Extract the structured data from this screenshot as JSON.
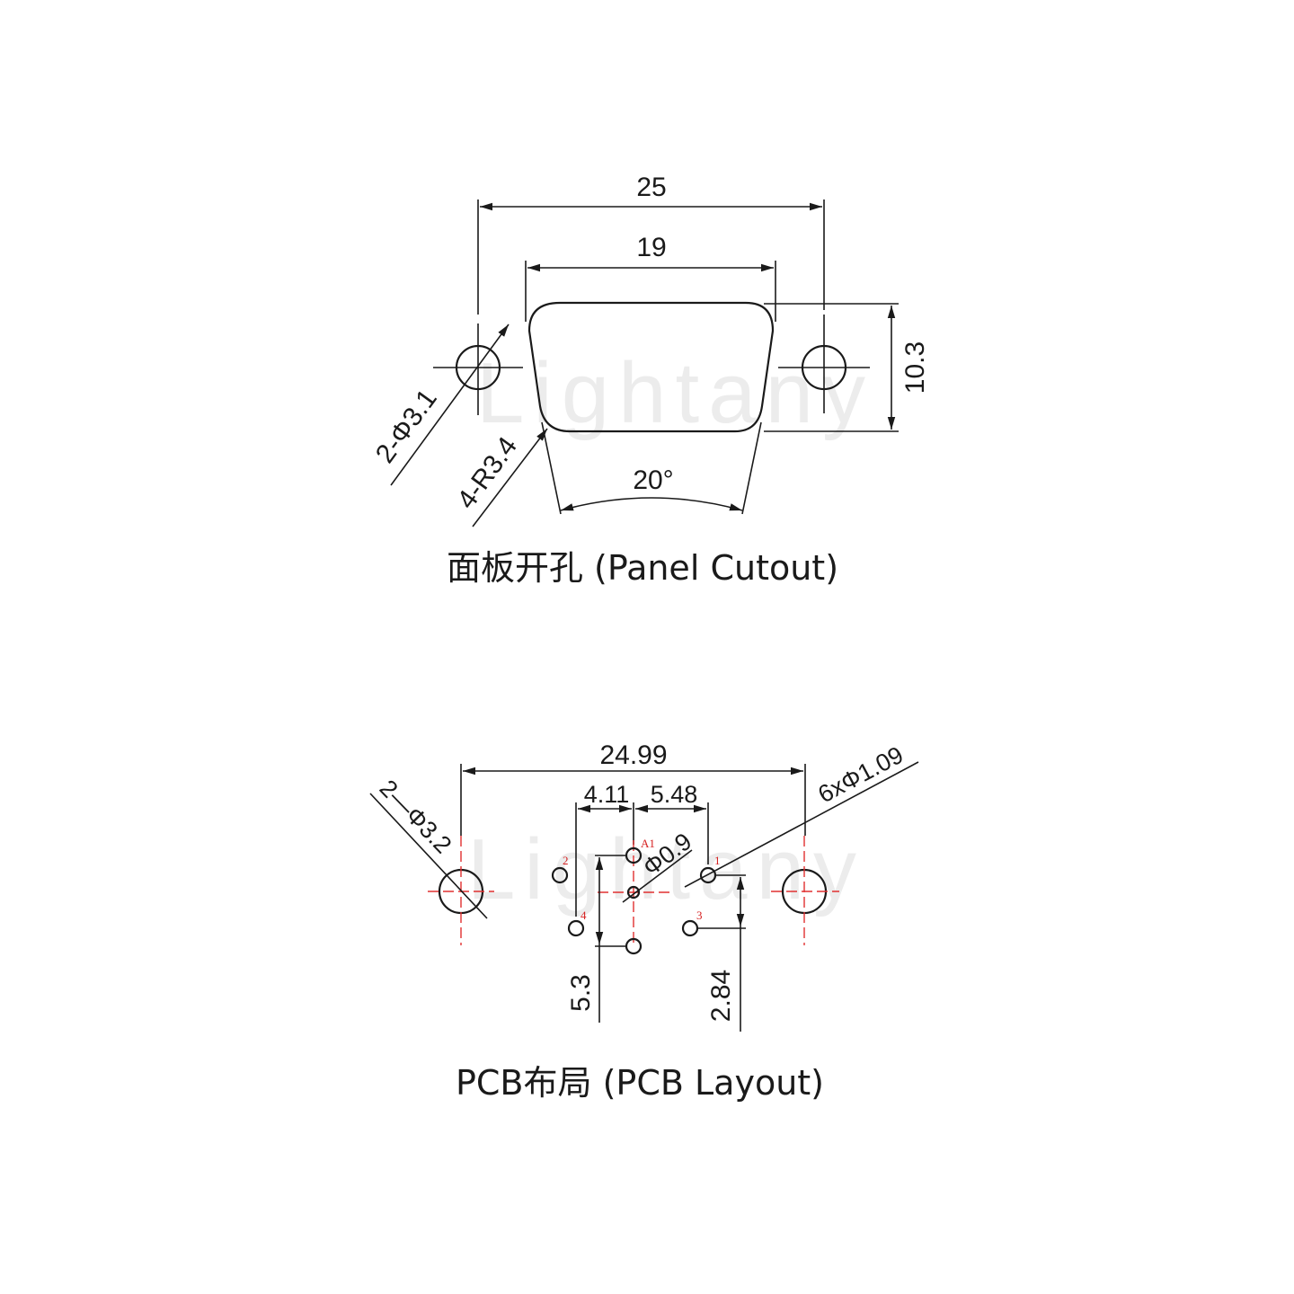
{
  "panel_cutout": {
    "dims": {
      "overall_width": "25",
      "opening_width": "19",
      "opening_height": "10.3",
      "mount_hole": "2-Φ3.1",
      "corner_radius": "4-R3.4",
      "taper_angle": "20°"
    },
    "caption": "面板开孔 (Panel Cutout)"
  },
  "pcb_layout": {
    "dims": {
      "overall_width": "24.99",
      "pitch_left": "4.11",
      "pitch_right": "5.48",
      "mount_hole": "2—Φ3.2",
      "pin_hole": "6xΦ1.09",
      "center_hole": "Φ0.9",
      "vertical_left": "5.3",
      "vertical_right": "2.84"
    },
    "pin_labels": {
      "a1": "A1",
      "p1": "1",
      "p2": "2",
      "p3": "3",
      "p4": "4"
    },
    "caption": "PCB布局 (PCB Layout)"
  },
  "watermark": "Lightany"
}
